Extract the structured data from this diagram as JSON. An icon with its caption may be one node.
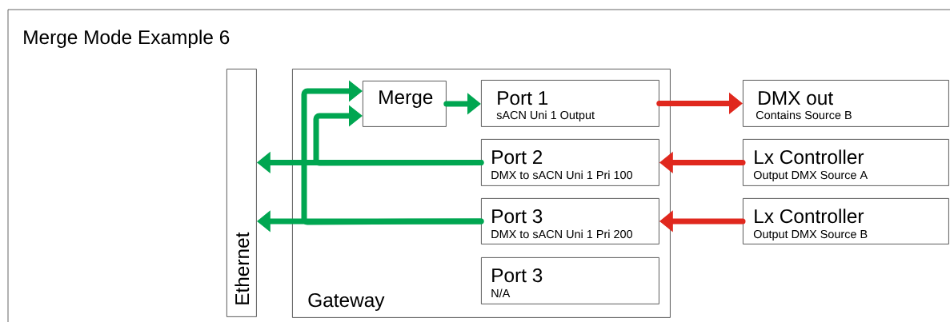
{
  "diagram": {
    "title": "Merge Mode Example 6",
    "nodes": [
      {
        "text": [
          "Ethernet"
        ]
      },
      {
        "text": [
          "Gateway"
        ]
      },
      {
        "text": [
          "Merge"
        ],
        "in": 1
      },
      {
        "text": [
          "Port 1",
          "sACN Uni 1 Output"
        ],
        "in": 1
      },
      {
        "text": [
          "Port 2",
          "DMX to sACN Uni 1 Pri 100"
        ],
        "in": 1
      },
      {
        "text": [
          "Port 3",
          "DMX to sACN Uni 1 Pri 200"
        ],
        "in": 1
      },
      {
        "text": [
          "Port 3",
          "N/A"
        ],
        "in": 1
      },
      {
        "text": [
          "DMX out",
          "Contains Source B"
        ]
      },
      {
        "text": [
          "Lx Controller",
          "Output DMX Source A"
        ]
      },
      {
        "text": [
          "Lx Controller",
          "Output DMX Source B"
        ]
      }
    ],
    "edges": [
      {
        "from": 2,
        "to": 3,
        "arrow": "to"
      },
      {
        "from": 3,
        "to": 7,
        "arrow": "to",
        "color": "#e0281e"
      },
      {
        "from": 8,
        "to": 4,
        "arrow": "to",
        "color": "#e0281e"
      },
      {
        "from": 9,
        "to": 5,
        "arrow": "to",
        "color": "#e0281e"
      },
      {
        "from": 4,
        "to": 0,
        "arrow": "to"
      },
      {
        "from": 5,
        "to": 0,
        "arrow": "to"
      },
      {
        "from": 4,
        "to": 2,
        "arrow": "to"
      },
      {
        "from": 5,
        "to": 2,
        "arrow": "to"
      }
    ]
  }
}
